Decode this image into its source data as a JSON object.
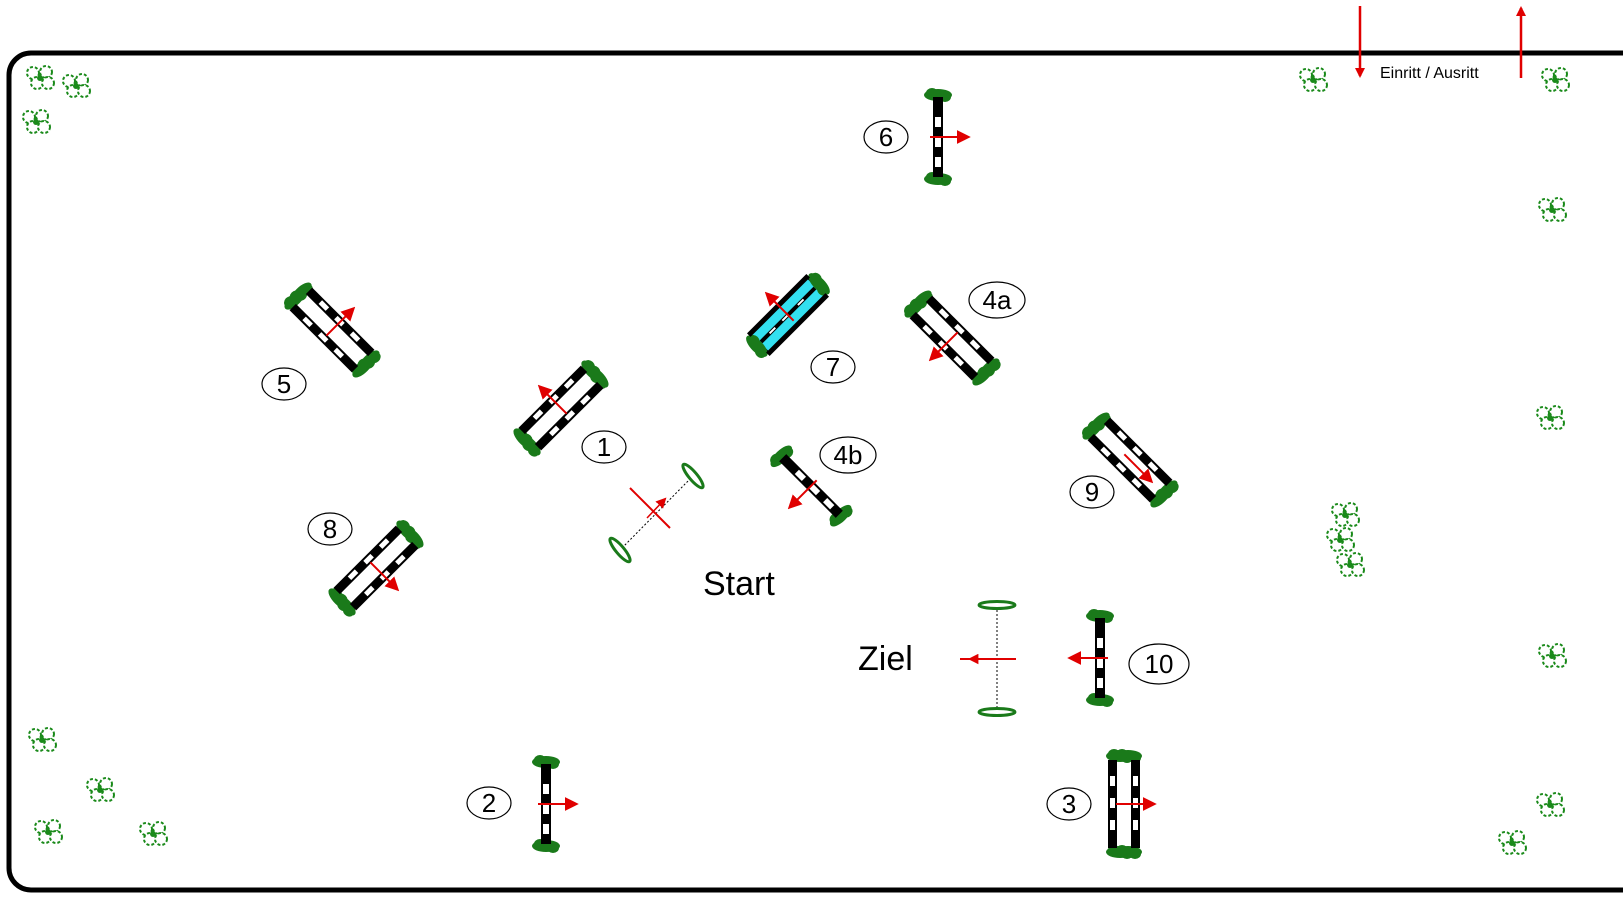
{
  "entrance_label": "Einritt / Ausritt",
  "start_label": "Start",
  "finish_label": "Ziel",
  "obstacle_numbers": [
    "1",
    "2",
    "3",
    "4a",
    "4b",
    "5",
    "6",
    "7",
    "8",
    "9",
    "10"
  ],
  "colors": {
    "arena_border": "#000000",
    "direction_arrow": "#e00000",
    "flowers": "#1a7a1a",
    "water_tray": "#33e0f0",
    "rail_dark": "#000000",
    "rail_light": "#ffffff"
  },
  "icons": [
    "tree-icon",
    "direction-arrow-icon",
    "flower-box-icon"
  ]
}
